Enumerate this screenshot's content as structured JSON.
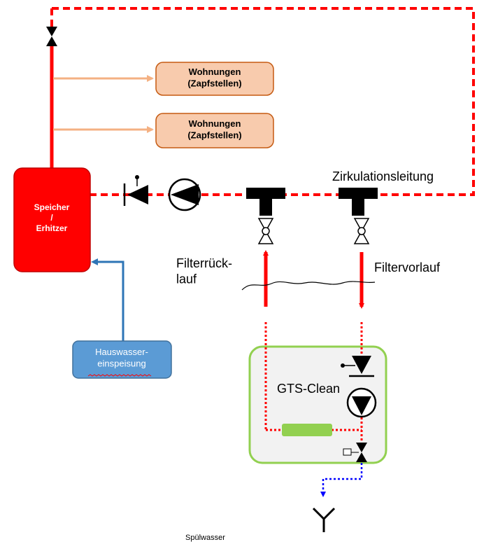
{
  "boxes": {
    "apartment_1": "Wohnungen\n(Zapfstellen)",
    "apartment_2": "Wohnungen\n(Zapfstellen)",
    "storage": "Speicher\n/\nErhitzer",
    "house_water": "Hauswasser-\neinspeisung",
    "gts_clean": "GTS-Clean"
  },
  "labels": {
    "circulation": "Zirkulationsleitung",
    "filter_return": "Filterrück-\nlauf",
    "filter_supply": "Filtervorlauf",
    "flush_water": "Spülwasser"
  },
  "colors": {
    "hot_line": "#ff0000",
    "branch_line": "#f4b183",
    "cold_line": "#2e75b6",
    "drain_line": "#0000ff",
    "filter_element": "#92d050",
    "gts_border": "#92d050",
    "apartment_fill": "#f8cbad",
    "apartment_border": "#c55a11",
    "house_fill": "#5b9bd5",
    "house_border": "#41719c"
  },
  "icons": [
    "shutoff-valve-icon",
    "check-valve-icon",
    "pump-icon",
    "t-fitting-icon",
    "ball-valve-icon",
    "solenoid-valve-icon",
    "drain-funnel-icon"
  ]
}
